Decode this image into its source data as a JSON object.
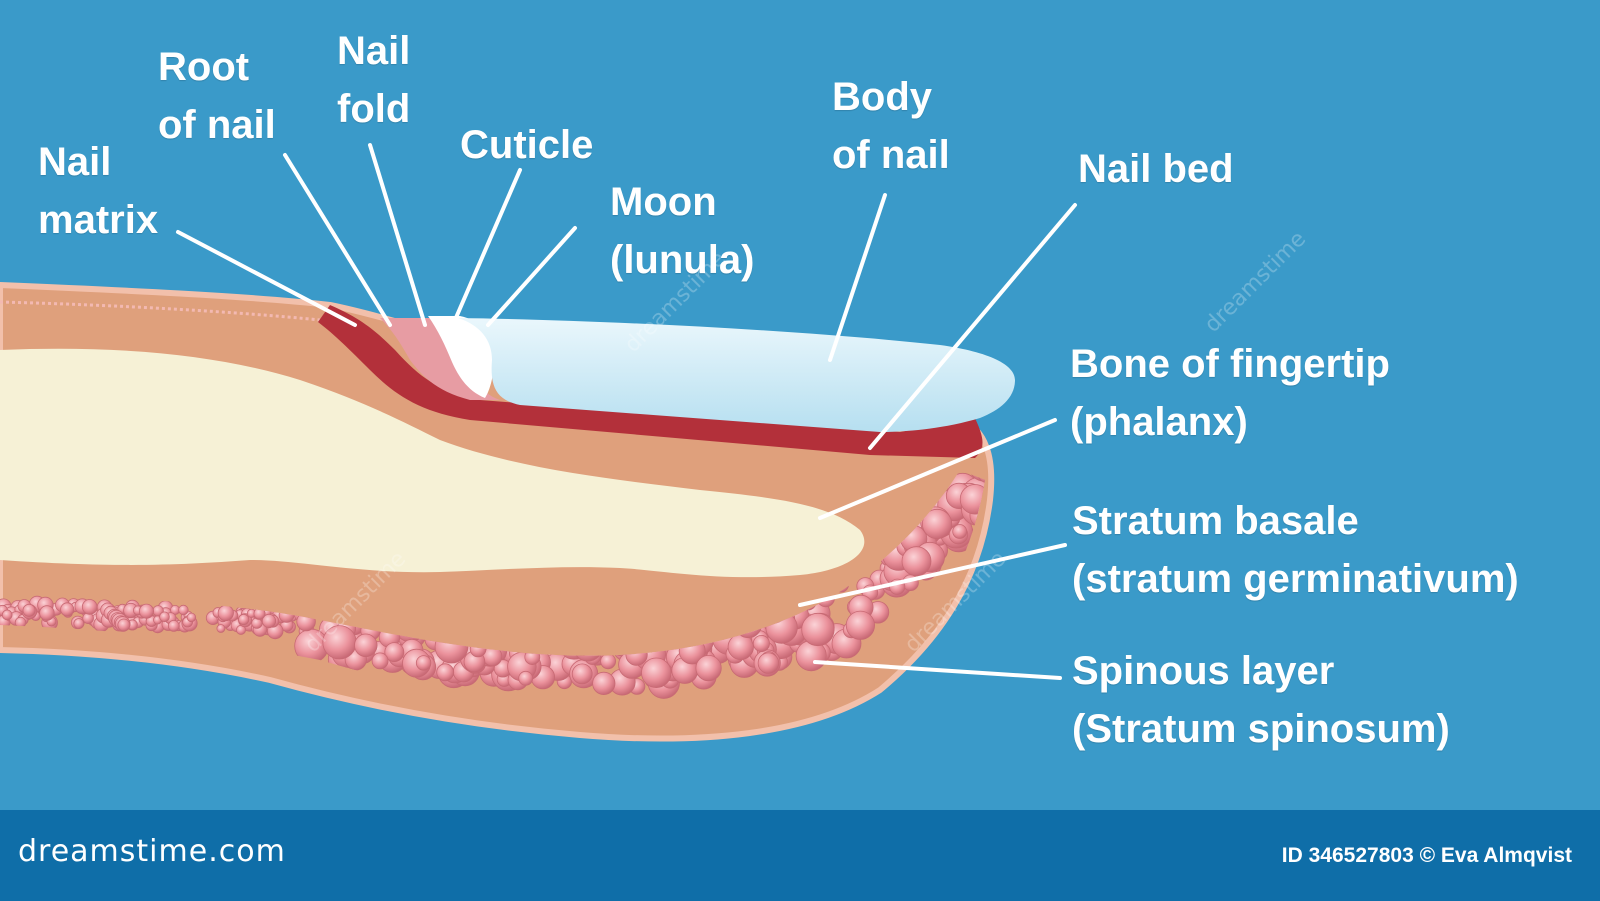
{
  "labels": {
    "nail_matrix": [
      "Nail",
      "matrix"
    ],
    "root_of_nail": [
      "Root",
      "of nail"
    ],
    "nail_fold": [
      "Nail",
      "fold"
    ],
    "cuticle": [
      "Cuticle"
    ],
    "moon": [
      "Moon",
      "(lunula)"
    ],
    "body_of_nail": [
      "Body",
      "of nail"
    ],
    "nail_bed": [
      "Nail bed"
    ],
    "bone": [
      "Bone of fingertip",
      "(phalanx)"
    ],
    "stratum_basale": [
      "Stratum basale",
      "(stratum germinativum)"
    ],
    "spinous_layer": [
      "Spinous layer",
      "(Stratum spinosum)"
    ]
  },
  "watermark": {
    "brand": "dreamstime.com",
    "credit": "ID 346527803 © Eva Almqvist",
    "diagonal_text": "dreamstime"
  },
  "colors": {
    "background": "#3a9ac9",
    "footer": "#0f6ea8",
    "skin": "#dfa07c",
    "skin_outline": "#f0b8a0",
    "bone": "#f5f0d6",
    "nail_bed": "#b3303a",
    "nail_body": "#cce9f5",
    "lunula": "#ffffff",
    "nail_fold": "#e59ca0",
    "cells": "#e88e97"
  }
}
